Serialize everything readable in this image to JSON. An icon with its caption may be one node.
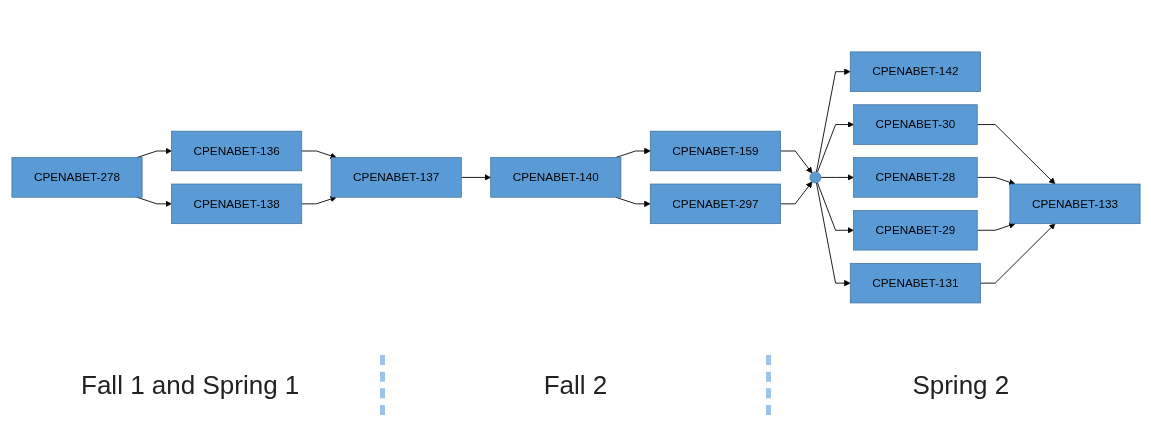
{
  "diagram": {
    "nodes": [
      {
        "text": [
          "CPENABET-278"
        ]
      },
      {
        "text": [
          "CPENABET-136"
        ]
      },
      {
        "text": [
          "CPENABET-138"
        ]
      },
      {
        "text": [
          "CPENABET-137"
        ]
      },
      {
        "text": [
          "CPENABET-140"
        ]
      },
      {
        "text": [
          "CPENABET-159"
        ]
      },
      {
        "text": [
          "CPENABET-297"
        ]
      },
      {
        "text": [],
        "shape": "circle"
      },
      {
        "text": [
          "CPENABET-142"
        ]
      },
      {
        "text": [
          "CPENABET-30"
        ]
      },
      {
        "text": [
          "CPENABET-28"
        ]
      },
      {
        "text": [
          "CPENABET-29"
        ]
      },
      {
        "text": [
          "CPENABET-131"
        ]
      },
      {
        "text": [
          "CPENABET-133"
        ]
      }
    ],
    "edges": [
      {
        "from": 0,
        "to": 1,
        "arrow": "to"
      },
      {
        "from": 0,
        "to": 2,
        "arrow": "to"
      },
      {
        "from": 1,
        "to": 3,
        "arrow": "to"
      },
      {
        "from": 2,
        "to": 3,
        "arrow": "to"
      },
      {
        "from": 3,
        "to": 4,
        "arrow": "to"
      },
      {
        "from": 4,
        "to": 5,
        "arrow": "to"
      },
      {
        "from": 4,
        "to": 6,
        "arrow": "to"
      },
      {
        "from": 5,
        "to": 7,
        "arrow": "to"
      },
      {
        "from": 6,
        "to": 7,
        "arrow": "to"
      },
      {
        "from": 7,
        "to": 8,
        "arrow": "to"
      },
      {
        "from": 7,
        "to": 9,
        "arrow": "to"
      },
      {
        "from": 7,
        "to": 10,
        "arrow": "to"
      },
      {
        "from": 7,
        "to": 11,
        "arrow": "to"
      },
      {
        "from": 7,
        "to": 12,
        "arrow": "to"
      },
      {
        "from": 9,
        "to": 13,
        "arrow": "to"
      },
      {
        "from": 10,
        "to": 13,
        "arrow": "to"
      },
      {
        "from": 11,
        "to": 13,
        "arrow": "to"
      },
      {
        "from": 12,
        "to": 13,
        "arrow": "to"
      }
    ],
    "labels": [
      "Fall 1 and Spring 1",
      "Fall 2",
      "Spring 2"
    ]
  }
}
